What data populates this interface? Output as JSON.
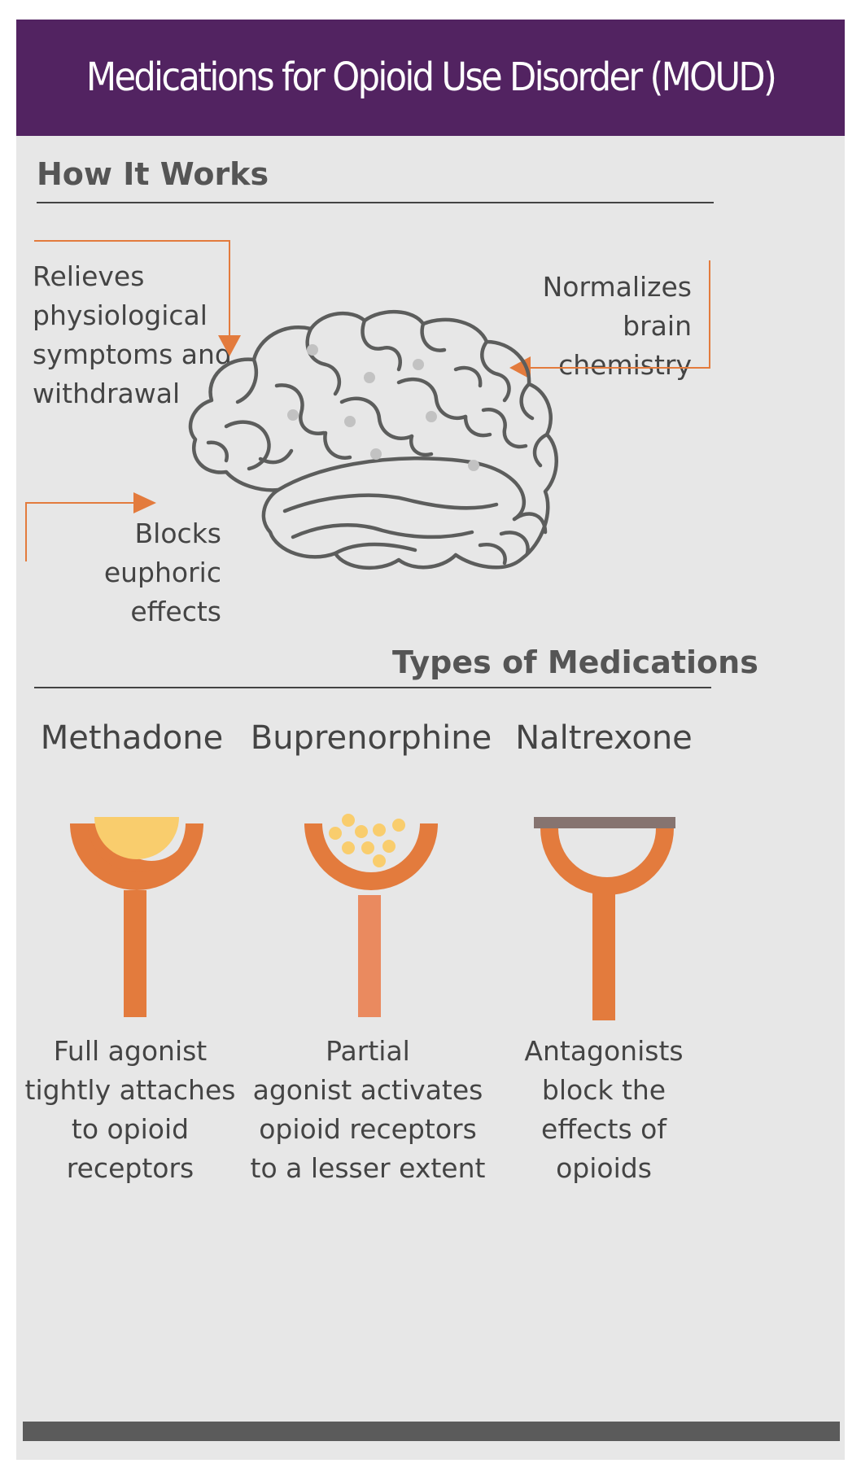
{
  "title": "Medications for Opioid Use Disorder (MOUD)",
  "how_it_works": {
    "heading": "How It Works",
    "effects": [
      {
        "label": "Relieves\nphysiological\nsymptoms and\nwithdrawal"
      },
      {
        "label": "Normalizes\nbrain chemistry"
      },
      {
        "label": "Blocks euphoric\neffects"
      }
    ],
    "icon": "brain-icon"
  },
  "types": {
    "heading": "Types of Medications",
    "medications": [
      {
        "name": "Methadone",
        "description": "Full agonist\ntightly attaches\nto opioid\nreceptors",
        "icon": "full-agonist-receptor-icon"
      },
      {
        "name": "Buprenorphine",
        "description": "Partial\nagonist activates\nopioid receptors\nto a lesser extent",
        "icon": "partial-agonist-receptor-icon"
      },
      {
        "name": "Naltrexone",
        "description": "Antagonists\nblock the\neffects of\nopioids",
        "icon": "antagonist-receptor-icon"
      }
    ]
  },
  "colors": {
    "banner": "#522361",
    "accent_orange": "#e37b3d",
    "receptor_yellow": "#f9cd6d",
    "blocker_gray": "#867470",
    "brain_outline": "#5c5d5c"
  }
}
